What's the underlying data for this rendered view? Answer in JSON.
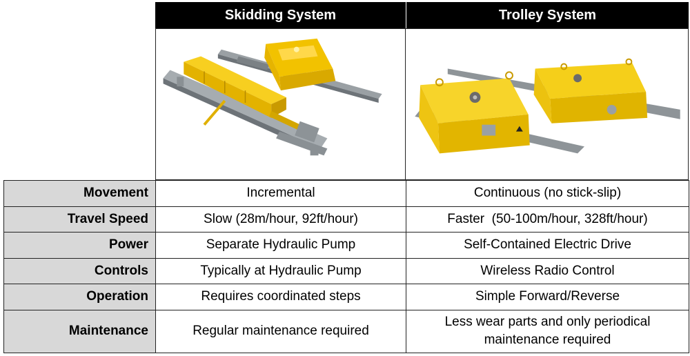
{
  "headers": {
    "skidding": "Skidding System",
    "trolley": "Trolley System"
  },
  "images": {
    "skidding": {
      "icon": "skidding-system-illustration",
      "color": "#f2c200"
    },
    "trolley": {
      "icon": "trolley-system-illustration",
      "color": "#f5cf1a"
    }
  },
  "rows": [
    {
      "label": "Movement",
      "skidding": "Incremental",
      "trolley": "Continuous (no stick-slip)"
    },
    {
      "label": "Travel Speed",
      "skidding": "Slow (28m/hour, 92ft/hour)",
      "trolley": "Faster  (50-100m/hour, 328ft/hour)"
    },
    {
      "label": "Power",
      "skidding": "Separate Hydraulic Pump",
      "trolley": "Self-Contained Electric Drive"
    },
    {
      "label": "Controls",
      "skidding": "Typically at Hydraulic Pump",
      "trolley": "Wireless Radio Control"
    },
    {
      "label": "Operation",
      "skidding": "Requires coordinated steps",
      "trolley": "Simple Forward/Reverse"
    },
    {
      "label": "Maintenance",
      "skidding": "Regular maintenance required",
      "trolley": "Less wear parts and only periodical maintenance required"
    }
  ]
}
